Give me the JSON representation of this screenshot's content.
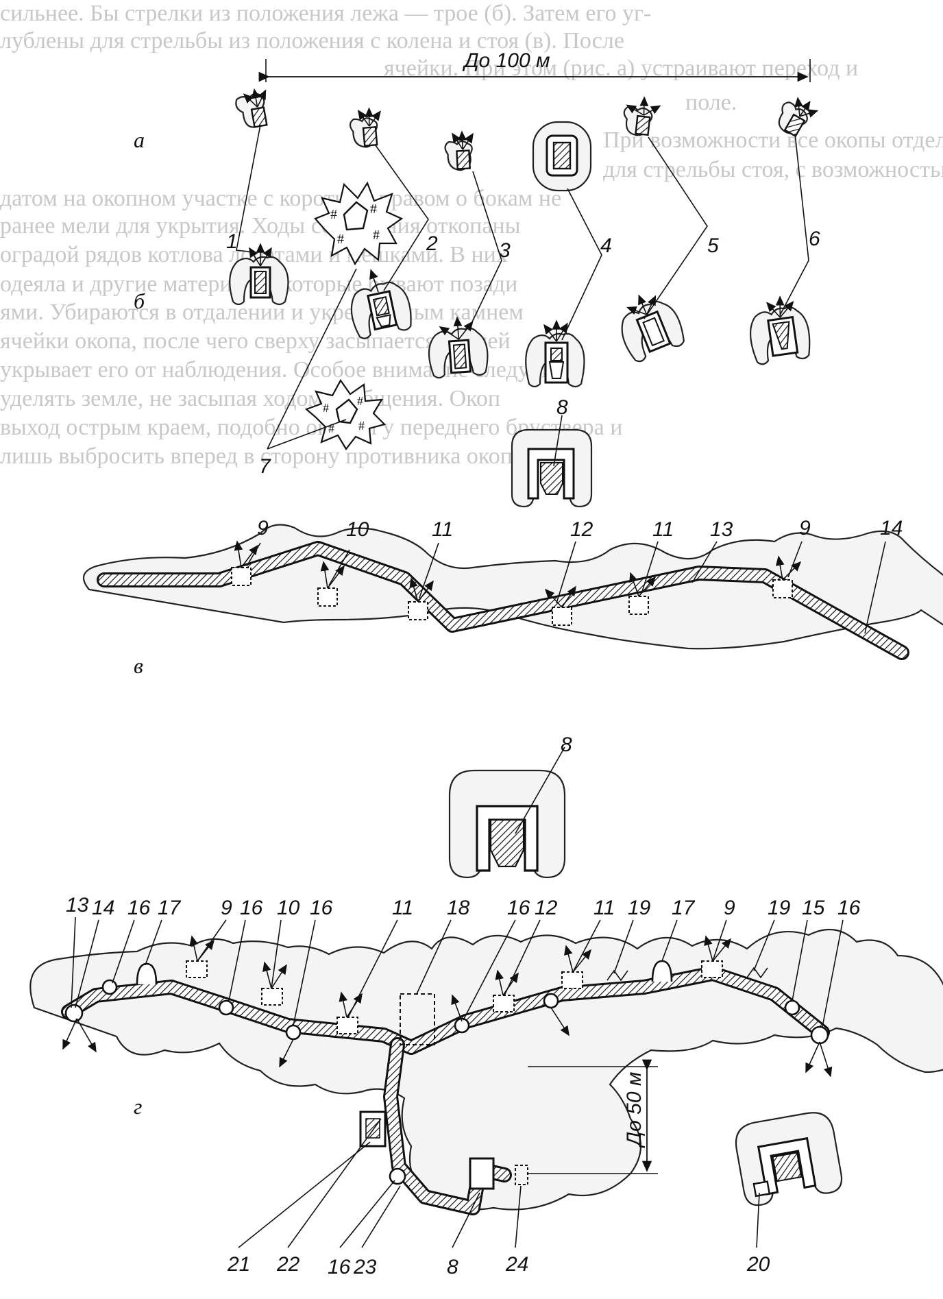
{
  "background_text": [
    "сильнее. Бы стрелки из положения лежа — трое (б). Затем его уг-",
    "лублены для стрельбы из положения с колена и стоя (в). После",
    "ячейки. При этом (рис. а) устраивают переход и",
    "поле.",
    "При возможности все окопы отделения в отделения",
    "для стрельбы стоя, с возможностью огня противнику, сол-",
    "датом на окопном участке с коротким правом о бокам не",
    "ранее мели для укрытия. Ходы сообщения откопаны",
    "оградой рядов котлова лопатами и мешками. В них",
    "одеяла и другие материалы, которые бывают позади",
    "ями. Убираются в отдалении и укрепленным камнем",
    "ячейки окопа, после чего сверху засыпается землей",
    "укрывает его от наблюдения. Особое внимание следует",
    "уделять земле, не засыпая ходом сообщения. Окоп",
    "выход острым краем, подобно окопам у переднего бруствера и",
    "лишь выбросить вперед в сторону противника окопа."
  ],
  "sections": {
    "a": "а",
    "b": "б",
    "v": "в",
    "g": "г"
  },
  "dimensions": {
    "top_span": "До 100 м",
    "side_span": "До 50 м"
  },
  "callouts_top": [
    "1",
    "2",
    "3",
    "4",
    "5",
    "6",
    "7",
    "8"
  ],
  "callouts_v": [
    "9",
    "10",
    "11",
    "12",
    "11",
    "13",
    "9",
    "14"
  ],
  "callout_8_mid": "8",
  "callouts_g_top": [
    "13",
    "14",
    "16",
    "17",
    "9",
    "16",
    "10",
    "16",
    "11",
    "18",
    "16",
    "12",
    "11",
    "19",
    "17",
    "9",
    "19",
    "15",
    "16"
  ],
  "callouts_g_bottom": [
    "21",
    "22",
    "16",
    "23",
    "8",
    "24",
    "20"
  ]
}
